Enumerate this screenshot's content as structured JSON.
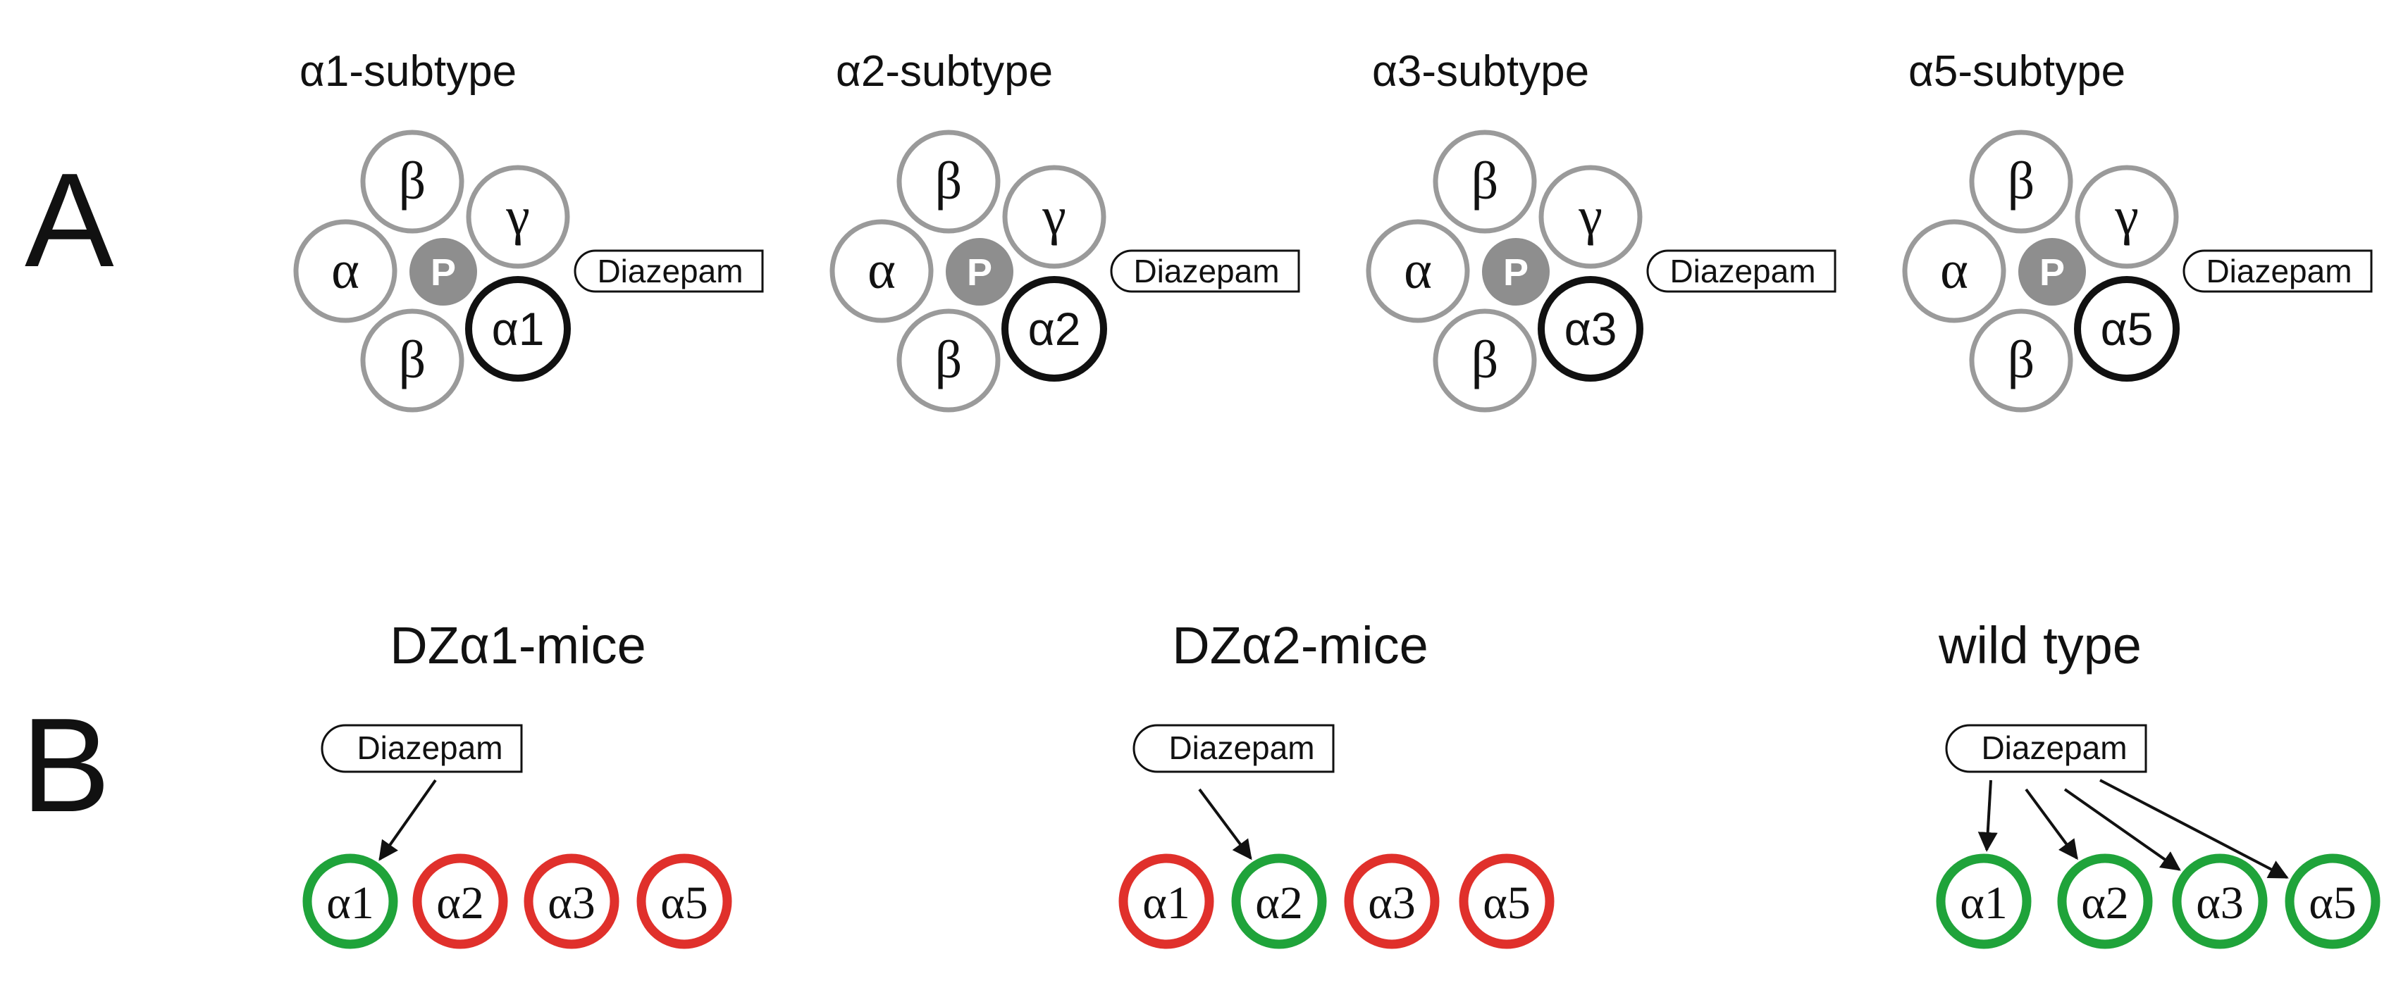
{
  "panel_a": {
    "letter": "A",
    "drug_label": "Diazepam",
    "center_label": "P",
    "subunit_labels": {
      "beta": "β",
      "gamma": "γ",
      "alpha": "α"
    },
    "receptors": [
      {
        "title": "α1-subtype",
        "target_label": "α1"
      },
      {
        "title": "α2-subtype",
        "target_label": "α2"
      },
      {
        "title": "α3-subtype",
        "target_label": "α3"
      },
      {
        "title": "α5-subtype",
        "target_label": "α5"
      }
    ],
    "colors": {
      "outline": "#9a9a9a",
      "center_fill": "#8e8e8e",
      "target_outline": "#111111"
    }
  },
  "panel_b": {
    "letter": "B",
    "drug_label": "Diazepam",
    "colors": {
      "sensitive": "#1fa33a",
      "insensitive": "#e0302b"
    },
    "groups": [
      {
        "title": "DZα1-mice",
        "subunits": [
          {
            "label": "α1",
            "status": "sensitive",
            "arrow": true
          },
          {
            "label": "α2",
            "status": "insensitive",
            "arrow": false
          },
          {
            "label": "α3",
            "status": "insensitive",
            "arrow": false
          },
          {
            "label": "α5",
            "status": "insensitive",
            "arrow": false
          }
        ]
      },
      {
        "title": "DZα2-mice",
        "subunits": [
          {
            "label": "α1",
            "status": "insensitive",
            "arrow": false
          },
          {
            "label": "α2",
            "status": "sensitive",
            "arrow": true
          },
          {
            "label": "α3",
            "status": "insensitive",
            "arrow": false
          },
          {
            "label": "α5",
            "status": "insensitive",
            "arrow": false
          }
        ]
      },
      {
        "title": "wild type",
        "subunits": [
          {
            "label": "α1",
            "status": "sensitive",
            "arrow": true
          },
          {
            "label": "α2",
            "status": "sensitive",
            "arrow": true
          },
          {
            "label": "α3",
            "status": "sensitive",
            "arrow": true
          },
          {
            "label": "α5",
            "status": "sensitive",
            "arrow": true
          }
        ]
      }
    ]
  }
}
